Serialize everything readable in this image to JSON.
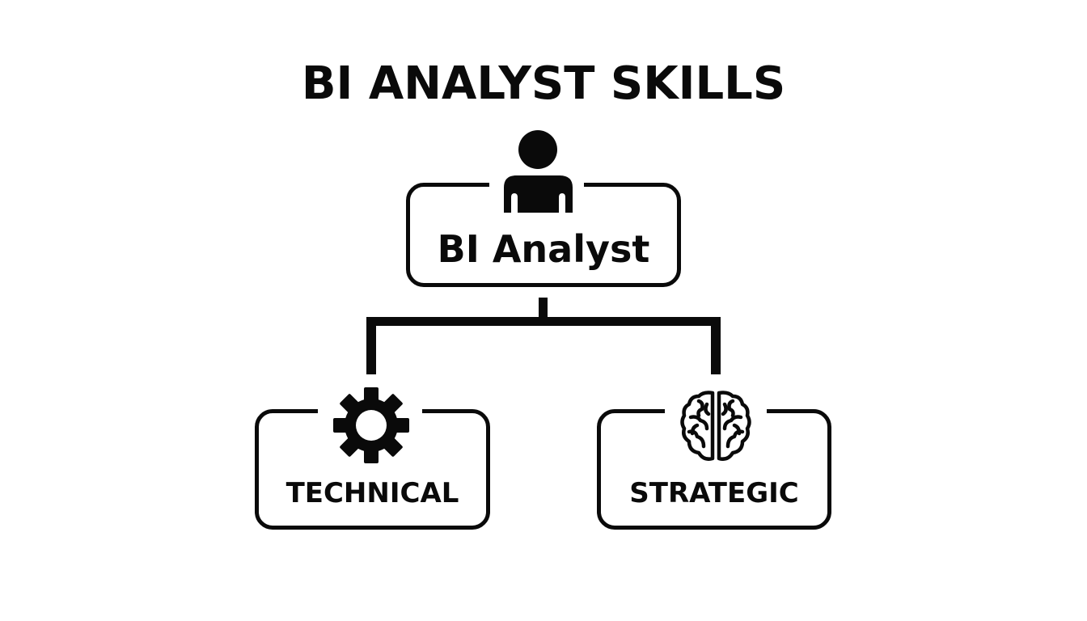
{
  "title": "BI ANALYST SKILLS",
  "root": {
    "label": "BI Analyst",
    "icon": "person-icon"
  },
  "children": [
    {
      "label": "TECHNICAL",
      "icon": "gear-icon"
    },
    {
      "label": "STRATEGIC",
      "icon": "brain-icon"
    }
  ],
  "colors": {
    "stroke": "#0a0a0a",
    "background": "#ffffff"
  }
}
